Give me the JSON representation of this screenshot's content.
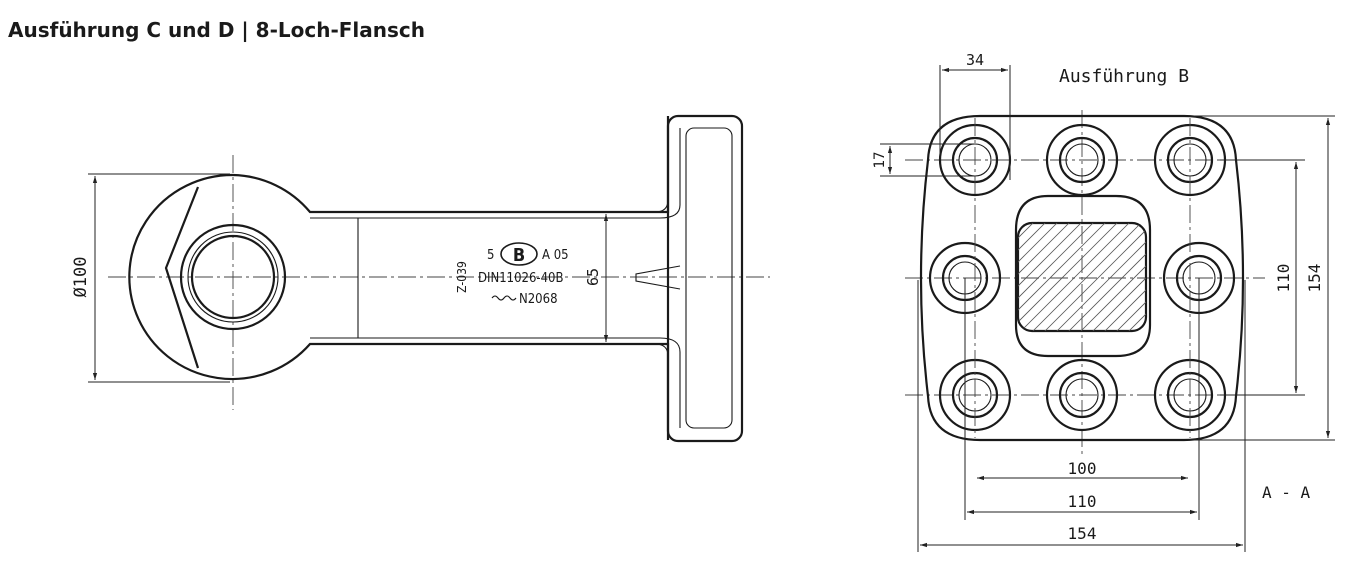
{
  "title": "Ausführung C und D | 8-Loch-Flansch",
  "side_view": {
    "dia_label": "Ø100",
    "width_label": "65",
    "stamp_prefix": "5",
    "stamp_logo": "B",
    "stamp_suffix": "A 05",
    "stamp_din": "DIN11026-40B",
    "stamp_code": "N2068",
    "stamp_side": "Z-039"
  },
  "flange_view": {
    "caption": "Ausführung B",
    "section_label": "A - A",
    "dims": {
      "top_offset": "34",
      "hole_dia": "17",
      "inner_height": "110",
      "outer_height": "154",
      "inner_width": "100",
      "mid_width": "110",
      "outer_width": "154"
    }
  }
}
